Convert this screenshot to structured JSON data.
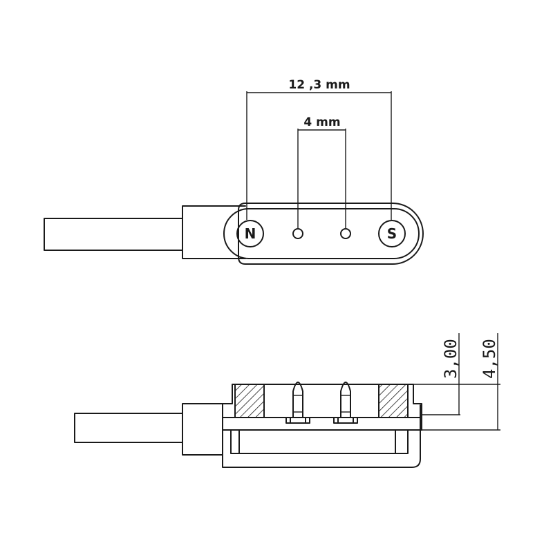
{
  "dimensions": {
    "outer_span": "12 ,3 mm",
    "pin_spacing": "4 mm",
    "pin_height": "3,00",
    "total_height": "4,50"
  },
  "poles": {
    "north": "N",
    "south": "S"
  }
}
